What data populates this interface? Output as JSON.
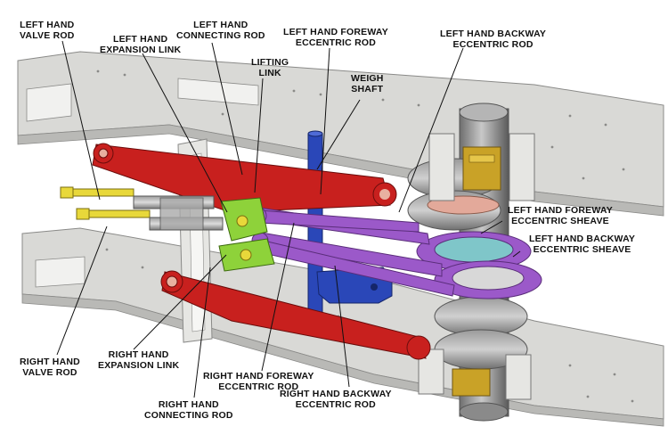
{
  "labels": {
    "lh_valve_rod": [
      "LEFT HAND",
      "VALVE ROD"
    ],
    "lh_expansion_link": [
      "LEFT HAND",
      "EXPANSION LINK"
    ],
    "lh_connecting_rod": [
      "LEFT HAND",
      "CONNECTING ROD"
    ],
    "lifting_link": [
      "LIFTING",
      "LINK"
    ],
    "lh_foreway_eccentric_rod": [
      "LEFT HAND FOREWAY",
      "ECCENTRIC ROD"
    ],
    "weigh_shaft": [
      "WEIGH",
      "SHAFT"
    ],
    "lh_backway_eccentric_rod": [
      "LEFT HAND BACKWAY",
      "ECCENTRIC ROD"
    ],
    "lh_foreway_eccentric_sheave": [
      "LEFT HAND FOREWAY",
      "ECCENTRIC SHEAVE"
    ],
    "lh_backway_eccentric_sheave": [
      "LEFT HAND BACKWAY",
      "ECCENTRIC SHEAVE"
    ],
    "rh_valve_rod": [
      "RIGHT HAND",
      "VALVE ROD"
    ],
    "rh_expansion_link": [
      "RIGHT HAND",
      "EXPANSION LINK"
    ],
    "rh_foreway_eccentric_rod": [
      "RIGHT HAND FOREWAY",
      "ECCENTRIC ROD"
    ],
    "rh_connecting_rod": [
      "RIGHT HAND",
      "CONNECTING ROD"
    ],
    "rh_backway_eccentric_rod": [
      "RIGHT HAND BACKWAY",
      "ECCENTRIC ROD"
    ]
  },
  "colors": {
    "frame": "#d9d9d6",
    "frame_edge": "#8a8a88",
    "connecting_rod": "#c8201e",
    "eccentric_rod": "#9b59c9",
    "valve_rod": "#e8d83a",
    "weigh_shaft": "#2a47b8",
    "expansion_link": "#8ed23a",
    "brass": "#c9a227",
    "leader": "#111111"
  }
}
